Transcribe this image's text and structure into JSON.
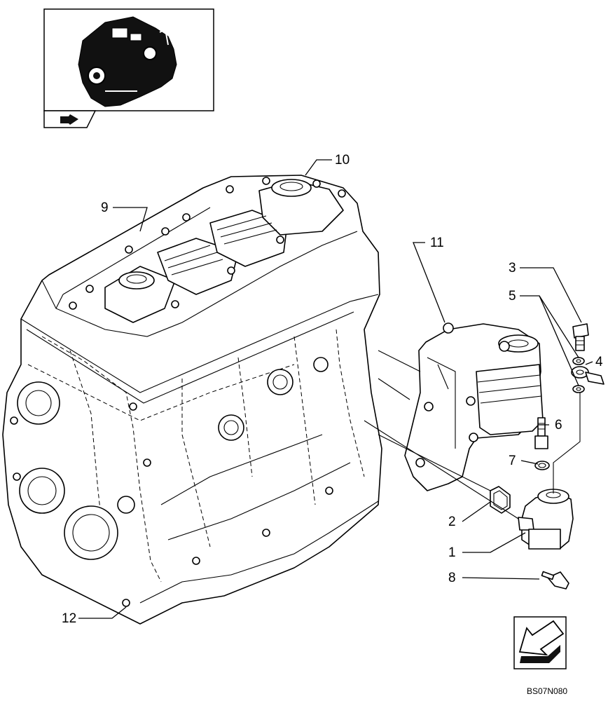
{
  "diagram": {
    "reference_code": "BS07N080",
    "callouts": [
      {
        "id": "1",
        "label": "1"
      },
      {
        "id": "2",
        "label": "2"
      },
      {
        "id": "3",
        "label": "3"
      },
      {
        "id": "4",
        "label": "4"
      },
      {
        "id": "5",
        "label": "5"
      },
      {
        "id": "6",
        "label": "6"
      },
      {
        "id": "7",
        "label": "7"
      },
      {
        "id": "8",
        "label": "8"
      },
      {
        "id": "9",
        "label": "9"
      },
      {
        "id": "10",
        "label": "10"
      },
      {
        "id": "11",
        "label": "11"
      },
      {
        "id": "12",
        "label": "12"
      }
    ],
    "icons": {
      "thumbnail": "engine-thumbnail-icon",
      "page_arrow": "page-reference-arrow-icon",
      "nav_arrow": "navigation-arrow-icon"
    }
  }
}
